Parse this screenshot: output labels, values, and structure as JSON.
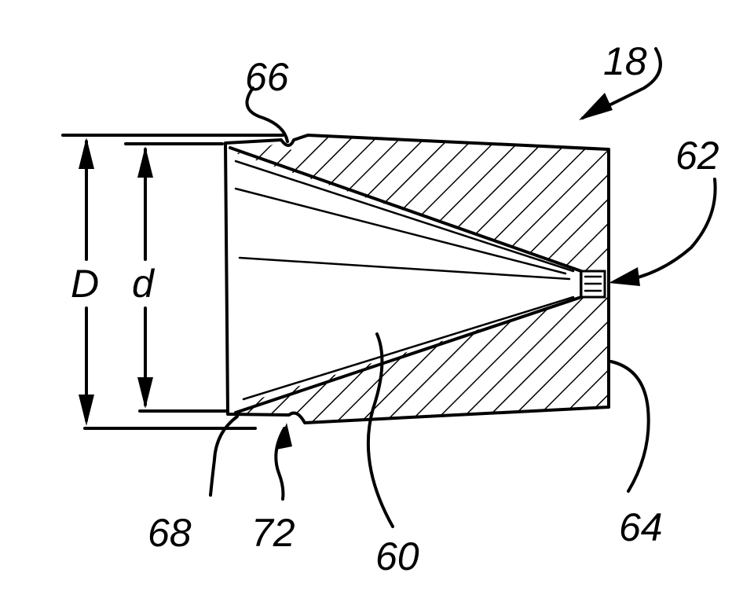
{
  "figure": {
    "labels": {
      "part_18": "18",
      "part_66": "66",
      "part_62": "62",
      "part_68": "68",
      "part_72": "72",
      "part_60": "60",
      "part_64": "64",
      "dim_outer": "D",
      "dim_inner": "d"
    },
    "colors": {
      "ink": "#000000",
      "paper": "#ffffff"
    }
  }
}
